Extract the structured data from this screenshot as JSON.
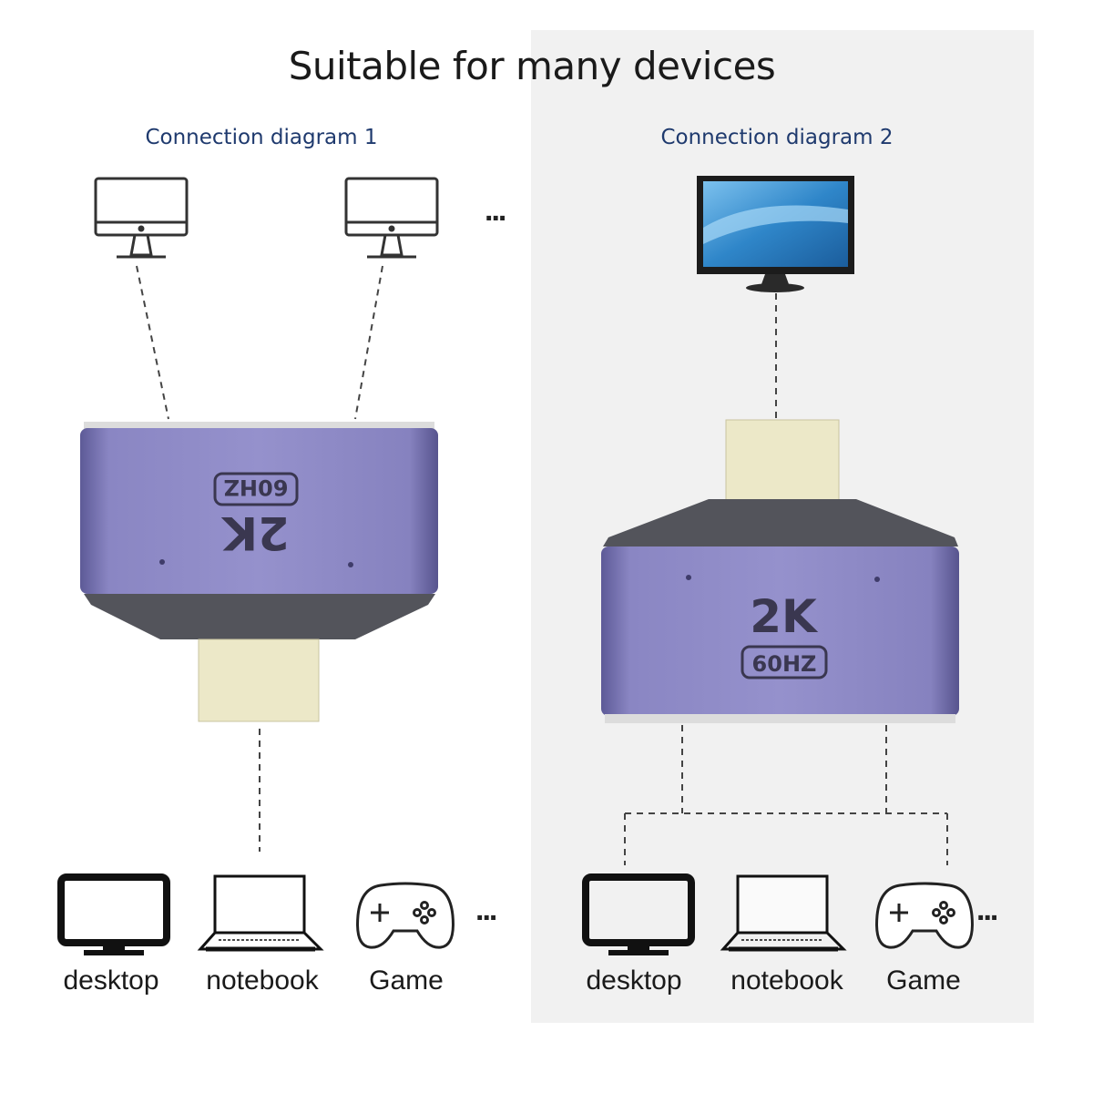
{
  "header": {
    "title": "Suitable for many devices"
  },
  "diagram1": {
    "subtitle": "Connection diagram 1",
    "adapter": {
      "model": "2K",
      "refresh": "60HZ"
    },
    "devices": [
      "desktop",
      "notebook",
      "Game"
    ],
    "more": "..."
  },
  "diagram2": {
    "subtitle": "Connection diagram 2",
    "adapter": {
      "model": "2K",
      "refresh": "60HZ"
    },
    "devices": [
      "desktop",
      "notebook",
      "Game"
    ],
    "more": "..."
  },
  "colors": {
    "adapter_body": "#7c78b6",
    "adapter_dark": "#4e4f57",
    "connector": "#ece8c8",
    "subtitle": "#1f3a6e",
    "screen_blue": "#2f86c9"
  },
  "icons": [
    "monitor-icon",
    "desktop-icon",
    "notebook-icon",
    "gamepad-icon"
  ]
}
